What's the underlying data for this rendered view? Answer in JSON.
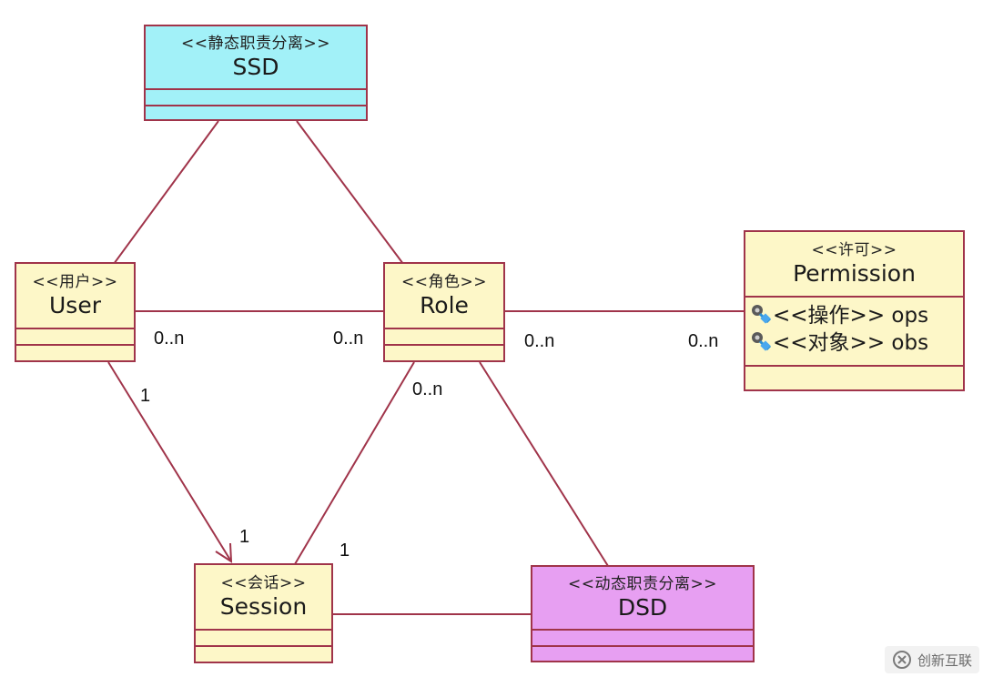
{
  "classes": {
    "ssd": {
      "stereotype": "<<静态职责分离>>",
      "name": "SSD"
    },
    "user": {
      "stereotype": "<<用户>>",
      "name": "User"
    },
    "role": {
      "stereotype": "<<角色>>",
      "name": "Role"
    },
    "permission": {
      "stereotype": "<<许可>>",
      "name": "Permission",
      "attributes": [
        "<<操作>> ops",
        "<<对象>> obs"
      ]
    },
    "session": {
      "stereotype": "<<会话>>",
      "name": "Session"
    },
    "dsd": {
      "stereotype": "<<动态职责分离>>",
      "name": "DSD"
    }
  },
  "multiplicities": {
    "user_role_user": "0..n",
    "user_role_role": "0..n",
    "role_perm_role": "0..n",
    "role_perm_perm": "0..n",
    "user_session_user": "1",
    "user_session_session": "1",
    "role_session_role": "0..n",
    "role_session_session": "1"
  },
  "colors": {
    "line": "#a0344a",
    "class_fill": "#fdf7c8",
    "ssd_fill": "#a2f1f8",
    "dsd_fill": "#e79ff2"
  },
  "watermark": {
    "text": "创新互联"
  }
}
